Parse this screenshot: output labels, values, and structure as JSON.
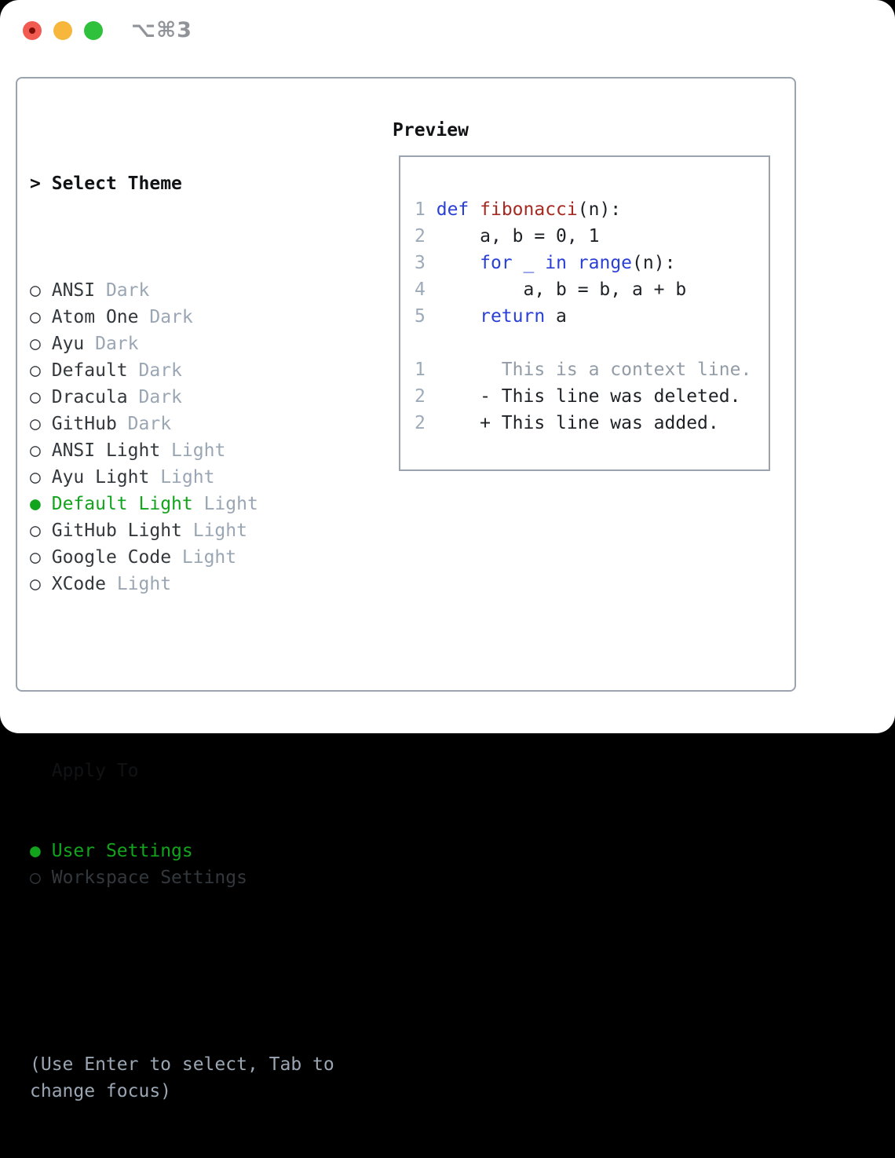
{
  "window": {
    "shortcut": "⌥⌘3",
    "traffic_lights": {
      "close_color": "#f15b51",
      "close_dot_color": "#7c0e08",
      "minimize_color": "#f6b73c",
      "zoom_color": "#30c13c"
    },
    "shortcut_color": "#909499"
  },
  "theme_picker": {
    "prompt": ">",
    "title": "Select Theme",
    "markers": {
      "selected": "●",
      "unselected": "○"
    },
    "themes": [
      {
        "name": "ANSI",
        "variant": "Dark",
        "selected": false
      },
      {
        "name": "Atom One",
        "variant": "Dark",
        "selected": false
      },
      {
        "name": "Ayu",
        "variant": "Dark",
        "selected": false
      },
      {
        "name": "Default",
        "variant": "Dark",
        "selected": false
      },
      {
        "name": "Dracula",
        "variant": "Dark",
        "selected": false
      },
      {
        "name": "GitHub",
        "variant": "Dark",
        "selected": false
      },
      {
        "name": "ANSI Light",
        "variant": "Light",
        "selected": false
      },
      {
        "name": "Ayu Light",
        "variant": "Light",
        "selected": false
      },
      {
        "name": "Default Light",
        "variant": "Light",
        "selected": true
      },
      {
        "name": "GitHub Light",
        "variant": "Light",
        "selected": false
      },
      {
        "name": "Google Code",
        "variant": "Light",
        "selected": false
      },
      {
        "name": "XCode",
        "variant": "Light",
        "selected": false
      }
    ],
    "apply_to": {
      "title": "Apply To",
      "options": [
        {
          "name": "User Settings",
          "selected": true
        },
        {
          "name": "Workspace Settings",
          "selected": false
        }
      ]
    },
    "hint": "(Use Enter to select, Tab to change focus)"
  },
  "preview": {
    "title": "Preview",
    "lines": [
      {
        "num": "1",
        "segments": [
          {
            "text": "def",
            "color": "keyword"
          },
          {
            "text": " ",
            "color": "plain"
          },
          {
            "text": "fibonacci",
            "color": "function"
          },
          {
            "text": "(n):",
            "color": "plain"
          }
        ]
      },
      {
        "num": "2",
        "segments": [
          {
            "text": "    a, b = 0, 1",
            "color": "plain"
          }
        ]
      },
      {
        "num": "3",
        "segments": [
          {
            "text": "    ",
            "color": "plain"
          },
          {
            "text": "for",
            "color": "keyword"
          },
          {
            "text": " ",
            "color": "plain"
          },
          {
            "text": "_",
            "color": "keyword"
          },
          {
            "text": " ",
            "color": "plain"
          },
          {
            "text": "in",
            "color": "keyword"
          },
          {
            "text": " ",
            "color": "plain"
          },
          {
            "text": "range",
            "color": "keyword"
          },
          {
            "text": "(n):",
            "color": "plain"
          }
        ]
      },
      {
        "num": "4",
        "segments": [
          {
            "text": "        a, b = b, a + b",
            "color": "plain"
          }
        ]
      },
      {
        "num": "5",
        "segments": [
          {
            "text": "    ",
            "color": "plain"
          },
          {
            "text": "return",
            "color": "keyword"
          },
          {
            "text": " a",
            "color": "plain"
          }
        ]
      },
      {
        "num": "",
        "segments": []
      },
      {
        "num": "1",
        "segments": [
          {
            "text": "      This is a context line.",
            "color": "context"
          }
        ]
      },
      {
        "num": "2",
        "segments": [
          {
            "text": "    - This line was deleted.",
            "color": "deleted"
          }
        ]
      },
      {
        "num": "2",
        "segments": [
          {
            "text": "    + This line was added.",
            "color": "added"
          }
        ]
      }
    ]
  },
  "colors": {
    "text_dark": "#33383d",
    "header_text": "#101214",
    "muted_gray": "#9aa6b4",
    "selection_green": "#12a41c",
    "added_green": "#0ab821",
    "deleted_red": "#c5352a",
    "keyword": "#2a3fd6",
    "function": "#a52a21",
    "plain": "#1e2226",
    "context": "#929ca6",
    "line_number": "#9daab9",
    "border_gray": "#9aa3ae"
  }
}
